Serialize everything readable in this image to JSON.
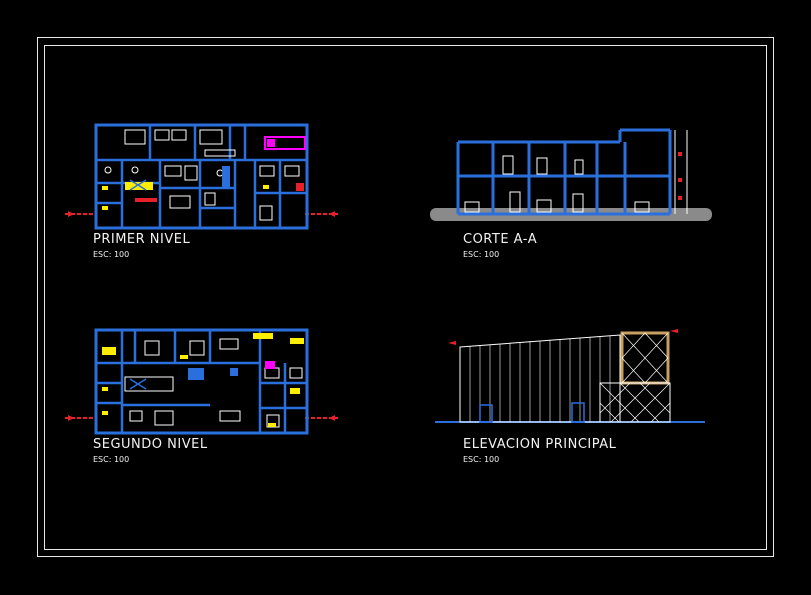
{
  "sheet": {
    "views": [
      {
        "title": "PRIMER NIVEL",
        "scale": "ESC: 100"
      },
      {
        "title": "CORTE A-A",
        "scale": "ESC: 100"
      },
      {
        "title": "SEGUNDO NIVEL",
        "scale": "ESC: 100"
      },
      {
        "title": "ELEVACION PRINCIPAL",
        "scale": "ESC: 100"
      }
    ]
  },
  "colors": {
    "background": "#000000",
    "frame": "#e8e8e8",
    "walls": "#2a6fdc",
    "furniture": "#ffffff",
    "axis_marker": "#e8202a",
    "highlight_yellow": "#ffee00",
    "highlight_magenta": "#ff00ff",
    "ground": "#8a8a8a",
    "panel_frame": "#c8a060"
  }
}
